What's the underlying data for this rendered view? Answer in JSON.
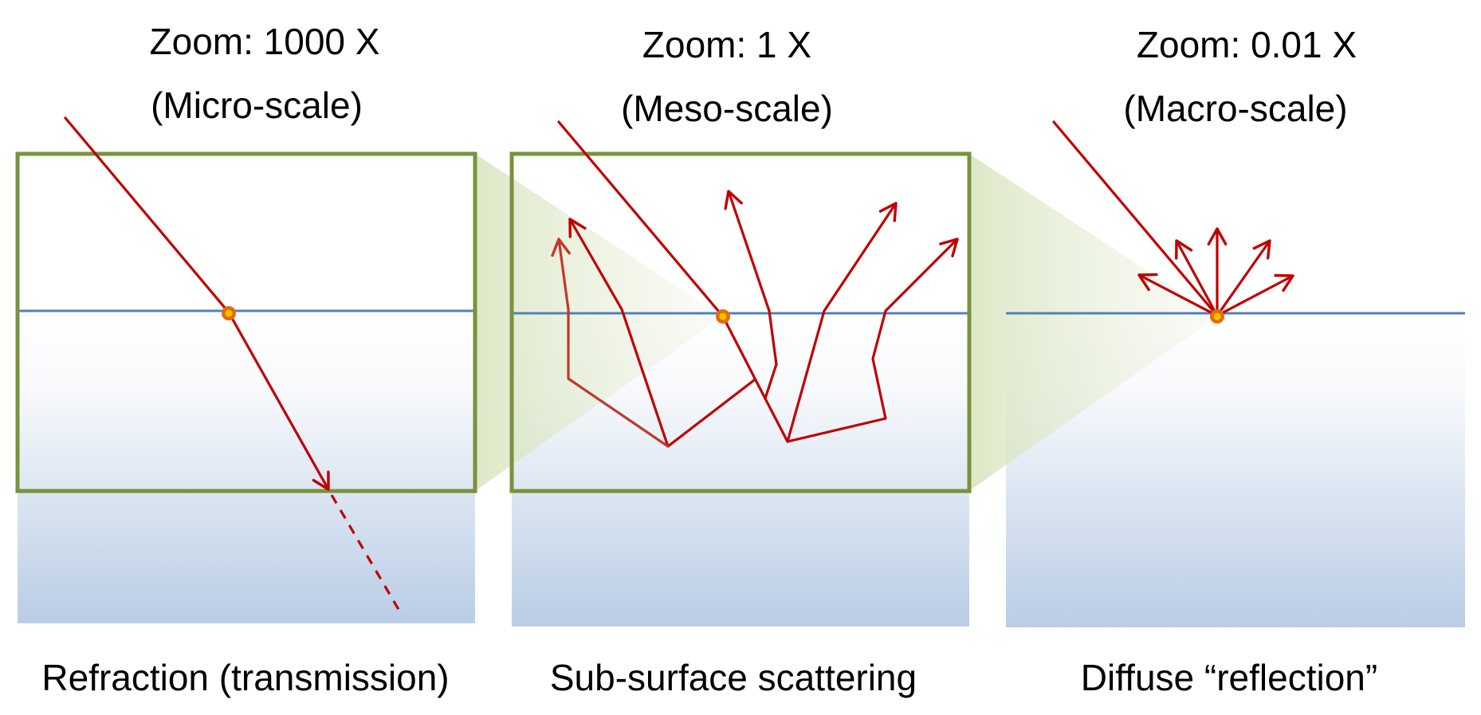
{
  "figure": {
    "description": "Light interaction with a surface at three zoom levels",
    "colors": {
      "ray": "#c00000",
      "frame": "#77933c",
      "horizon": "#4f81bd",
      "medium_top": "#ffffff",
      "medium_bottom": "#b9cde5",
      "zoom_cone": "#d7e4bd",
      "interaction_point_outer": "#e36c09",
      "interaction_point_inner": "#ffc000"
    },
    "panels": [
      {
        "id": "micro",
        "zoom_label": "Zoom: 1000 X",
        "scale_label": "(Micro-scale)",
        "caption": "Refraction (transmission)",
        "phenomenon": "refraction"
      },
      {
        "id": "meso",
        "zoom_label": "Zoom: 1 X",
        "scale_label": "(Meso-scale)",
        "caption": "Sub-surface scattering",
        "phenomenon": "sub-surface scattering"
      },
      {
        "id": "macro",
        "zoom_label": "Zoom: 0.01 X",
        "scale_label": "(Macro-scale)",
        "caption": "Diffuse “reflection”",
        "phenomenon": "diffuse reflection"
      }
    ]
  }
}
